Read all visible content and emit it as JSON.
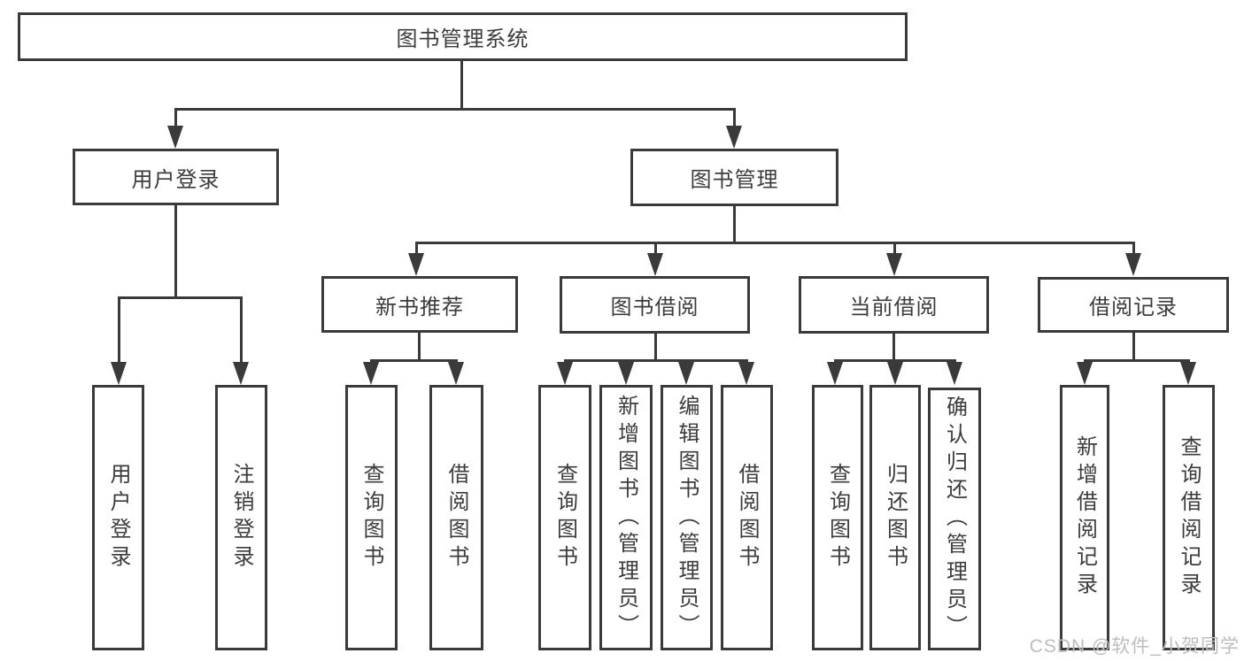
{
  "diagram": {
    "type": "tree",
    "root": {
      "label": "图书管理系统"
    },
    "branches": [
      {
        "label": "用户登录",
        "children": [
          {
            "label": "用户登录"
          },
          {
            "label": "注销登录"
          }
        ]
      },
      {
        "label": "图书管理",
        "children": [
          {
            "label": "新书推荐",
            "children": [
              {
                "label": "查询图书"
              },
              {
                "label": "借阅图书"
              }
            ]
          },
          {
            "label": "图书借阅",
            "children": [
              {
                "label": "查询图书"
              },
              {
                "label": "新增图书（管理员）"
              },
              {
                "label": "编辑图书（管理员）"
              },
              {
                "label": "借阅图书"
              }
            ]
          },
          {
            "label": "当前借阅",
            "children": [
              {
                "label": "查询图书"
              },
              {
                "label": "归还图书"
              },
              {
                "label": "确认归还（管理员）"
              }
            ]
          },
          {
            "label": "借阅记录",
            "children": [
              {
                "label": "新增借阅记录"
              },
              {
                "label": "查询借阅记录"
              }
            ]
          }
        ]
      }
    ],
    "watermark": "CSDN @软件_小贺同学",
    "colors": {
      "line": "#3a3a3a",
      "text": "#3c3c3c",
      "watermark": "#bdbdbd"
    }
  }
}
